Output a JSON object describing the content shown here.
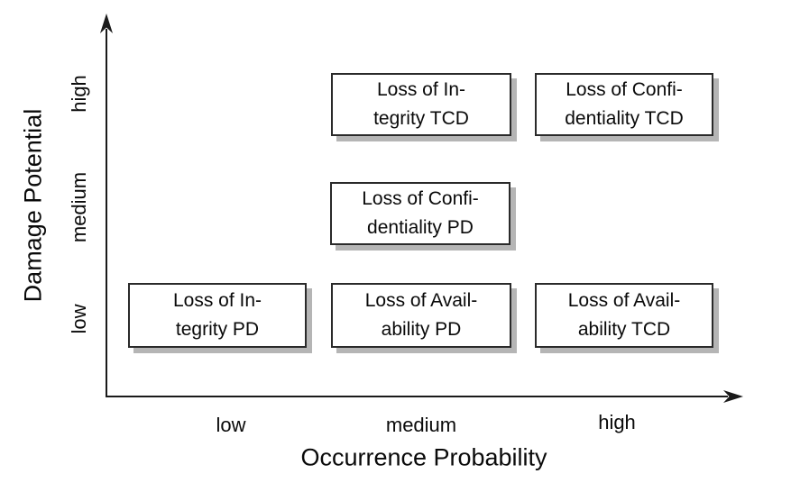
{
  "chart_data": {
    "type": "scatter",
    "title": "",
    "xlabel": "Occurrence Probability",
    "ylabel": "Damage Potential",
    "x_ticks": [
      "low",
      "medium",
      "high"
    ],
    "y_ticks": [
      "low",
      "medium",
      "high"
    ],
    "grid": false,
    "legend": false,
    "points": [
      {
        "label": "Loss of Integrity TCD",
        "x": "medium",
        "y": "high",
        "lines": [
          "Loss of In-",
          "tegrity TCD"
        ]
      },
      {
        "label": "Loss of Confidentiality TCD",
        "x": "high",
        "y": "high",
        "lines": [
          "Loss of Confi-",
          "dentiality TCD"
        ]
      },
      {
        "label": "Loss of Confidentiality PD",
        "x": "medium",
        "y": "medium",
        "lines": [
          "Loss of Confi-",
          "dentiality PD"
        ]
      },
      {
        "label": "Loss of Integrity PD",
        "x": "low",
        "y": "low",
        "lines": [
          "Loss of In-",
          "tegrity PD"
        ]
      },
      {
        "label": "Loss of Availability PD",
        "x": "medium",
        "y": "low",
        "lines": [
          "Loss of Avail-",
          "ability PD"
        ]
      },
      {
        "label": "Loss of Availability TCD",
        "x": "high",
        "y": "low",
        "lines": [
          "Loss of Avail-",
          "ability TCD"
        ]
      }
    ]
  },
  "style": {
    "background": "#ffffff",
    "axis_color": "#1a1a1a",
    "text_color": "#0a0a0a",
    "box_border_color": "#2a2a2a",
    "box_fill": "#ffffff",
    "box_shadow_color": "#b5b5b5"
  }
}
